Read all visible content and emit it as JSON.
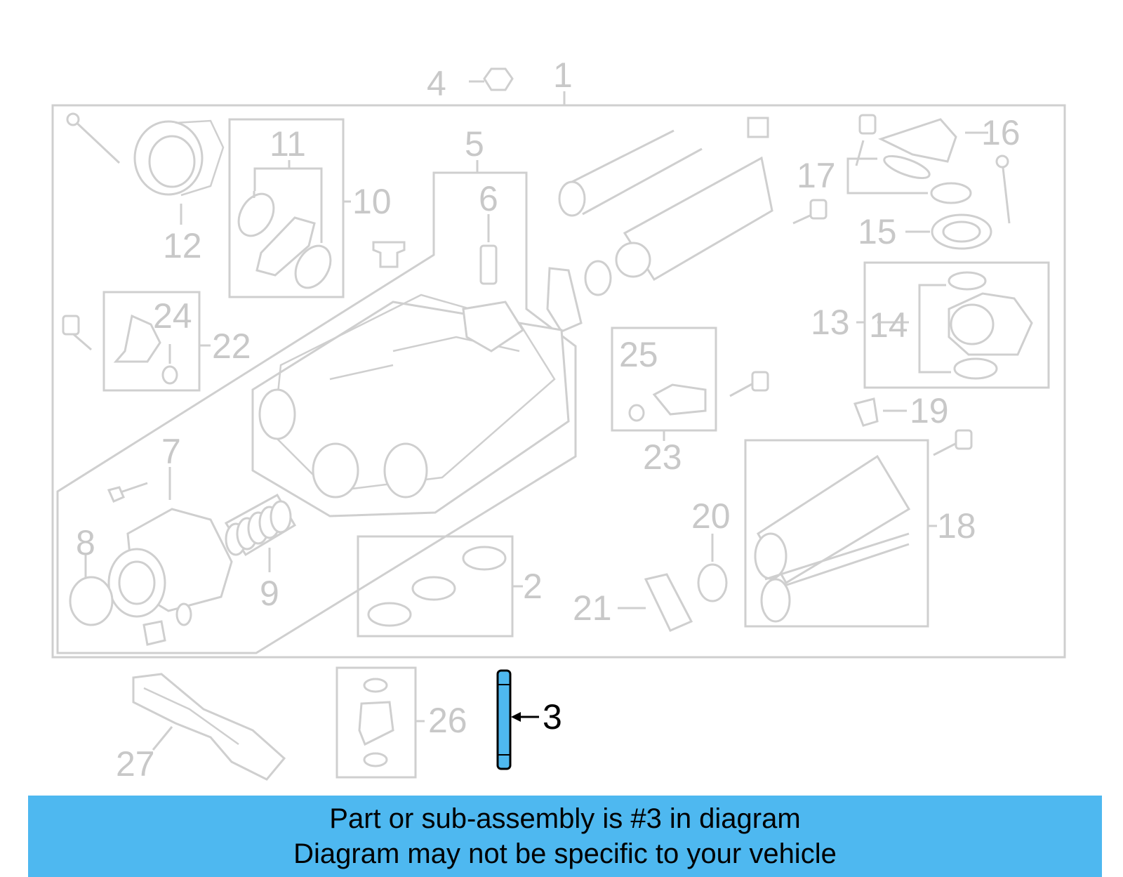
{
  "callouts": {
    "c1": "1",
    "c2": "2",
    "c3": "3",
    "c4": "4",
    "c5": "5",
    "c6": "6",
    "c7": "7",
    "c8": "8",
    "c9": "9",
    "c10": "10",
    "c11": "11",
    "c12": "12",
    "c13": "13",
    "c14": "14",
    "c15": "15",
    "c16": "16",
    "c17": "17",
    "c18": "18",
    "c19": "19",
    "c20": "20",
    "c21": "21",
    "c22": "22",
    "c23": "23",
    "c24": "24",
    "c25": "25",
    "c26": "26",
    "c27": "27"
  },
  "highlight": {
    "part_number": "3",
    "color": "#4eb8f0"
  },
  "banner": {
    "line1": "Part or sub-assembly is #3 in diagram",
    "line2": "Diagram may not be specific to your vehicle",
    "color": "#4eb8f0"
  }
}
